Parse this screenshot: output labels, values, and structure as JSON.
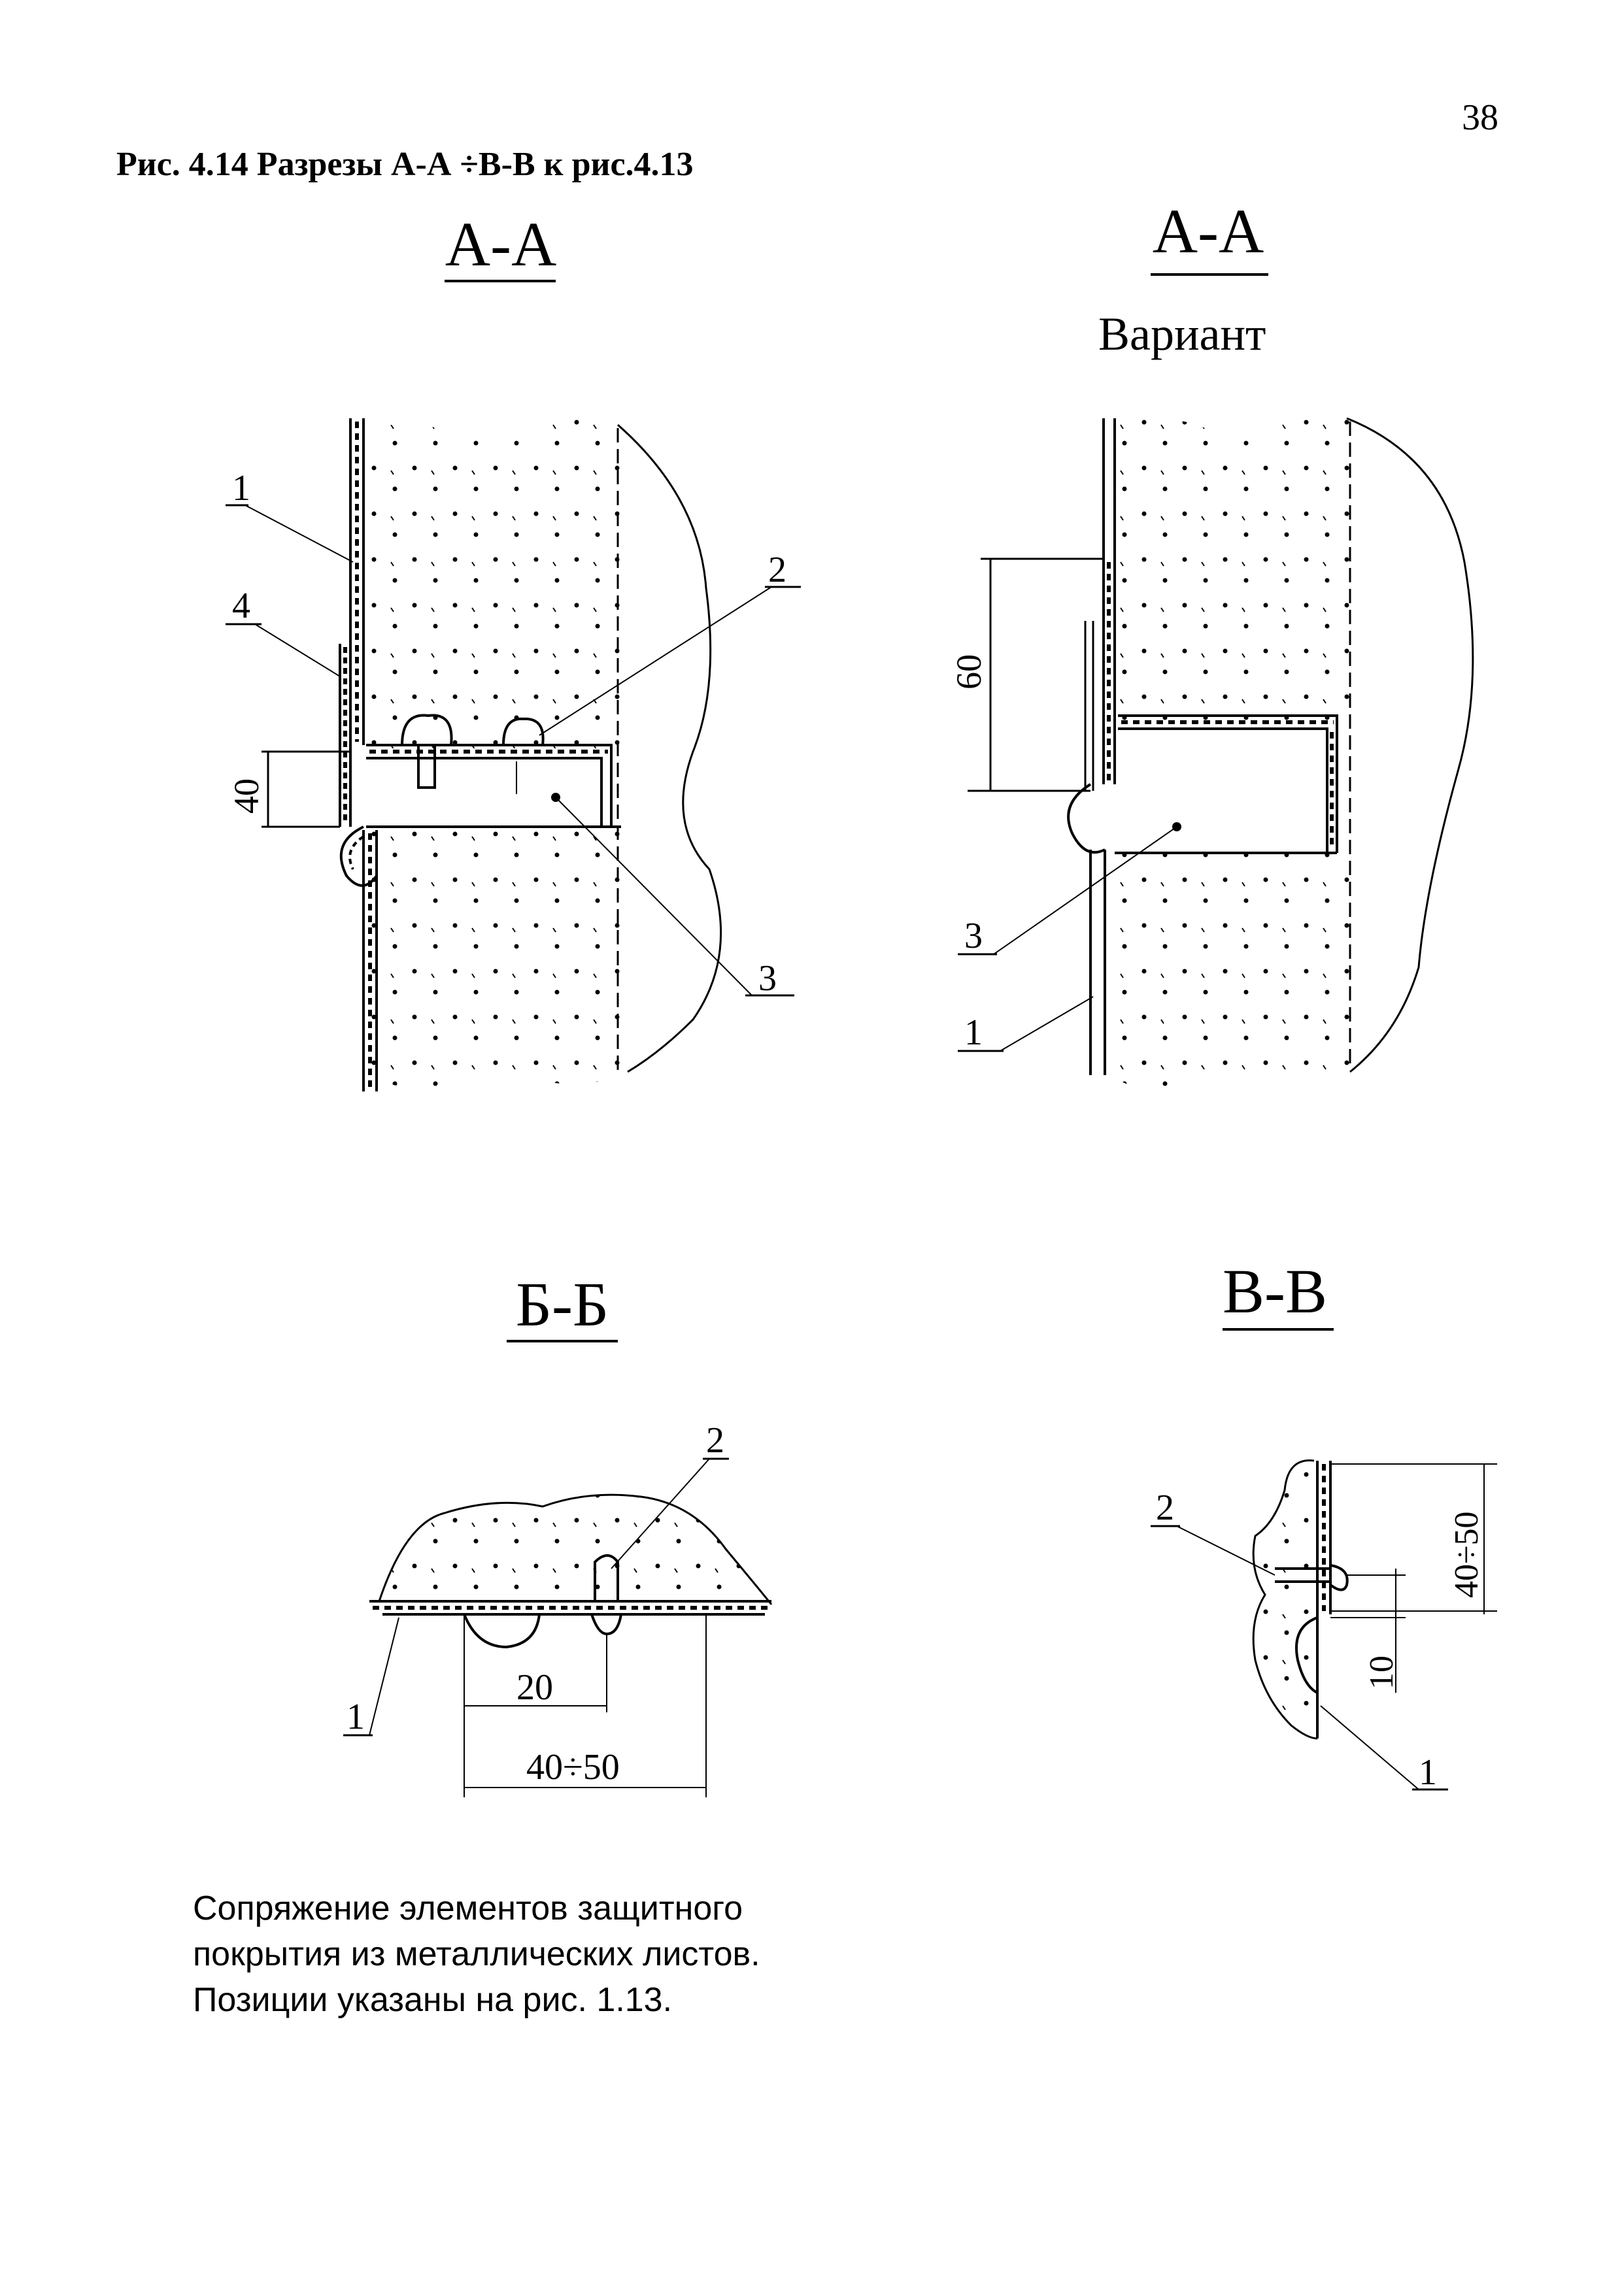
{
  "page_number": "38",
  "figure_title": "Рис. 4.14 Разрезы А-А ÷В-В к рис.4.13",
  "sections": {
    "aa": {
      "title": "А-А",
      "pos_1": "1",
      "pos_2": "2",
      "pos_3": "3",
      "pos_4": "4",
      "dim": "40"
    },
    "aa_variant": {
      "title": "А-А",
      "subtitle": "Вариант",
      "pos_1": "1",
      "pos_3": "3",
      "dim": "60"
    },
    "bb": {
      "title": "Б-Б",
      "pos_1": "1",
      "pos_2": "2",
      "dim_small": "20",
      "dim_large": "40÷50"
    },
    "vv": {
      "title": "В-В",
      "pos_1": "1",
      "pos_2": "2",
      "dim_small": "10",
      "dim_large": "40÷50"
    }
  },
  "caption": [
    "Сопряжение элементов защитного",
    "покрытия из металлических листов.",
    "Позиции указаны на рис. 1.13."
  ],
  "colors": {
    "ink": "#000000",
    "paper": "#ffffff"
  }
}
